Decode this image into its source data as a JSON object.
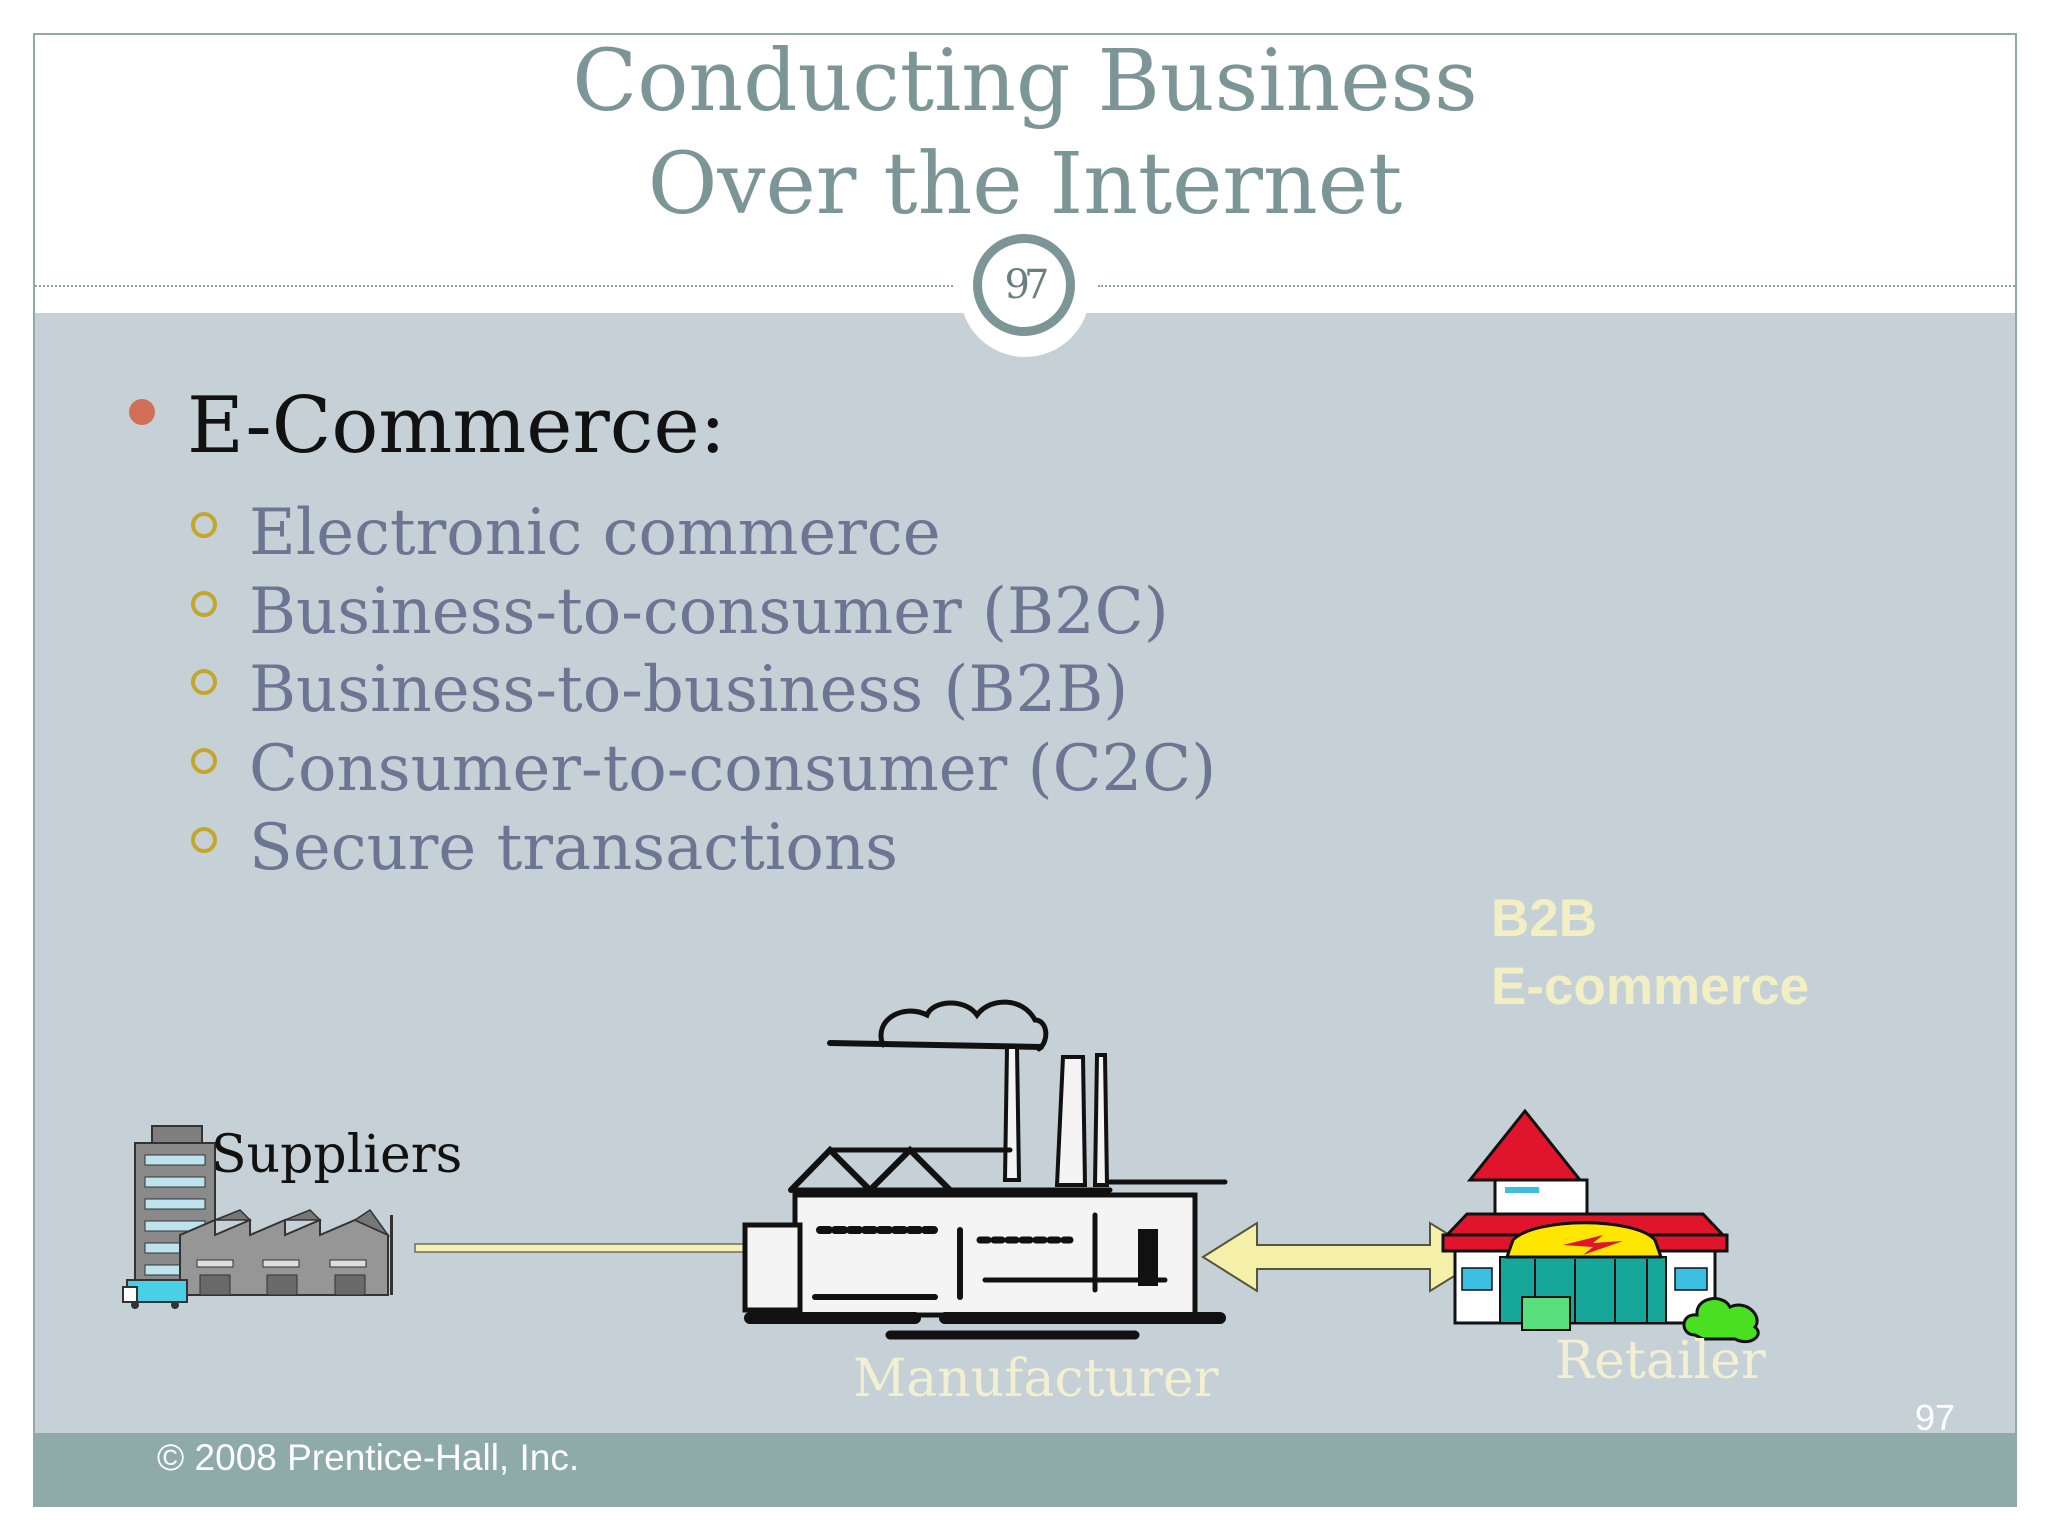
{
  "slide": {
    "title_line1": "Conducting Business",
    "title_line2": "Over the Internet",
    "badge_number": "97",
    "bullet": "E-Commerce:",
    "sub_bullets": [
      "Electronic commerce",
      "Business-to-consumer (B2C)",
      "Business-to-business (B2B)",
      "Consumer-to-consumer (C2C)",
      "Secure transactions"
    ]
  },
  "diagram": {
    "heading_line1": "B2B",
    "heading_line2": "E-commerce",
    "suppliers_label": "Suppliers",
    "manufacturer_label": "Manufacturer",
    "retailer_label": "Retailer"
  },
  "footer": {
    "copyright": "© 2008 Prentice-Hall, Inc.",
    "page_number": "97"
  },
  "colors": {
    "title": "#7c9697",
    "background": "#c5d1d6",
    "bullet_dot": "#d26e56",
    "sub_bullet_ring": "#c2a72a",
    "sub_text": "#6c7592",
    "footer_bar": "#8eaaa9",
    "accent_yellow": "#f2efc5"
  }
}
